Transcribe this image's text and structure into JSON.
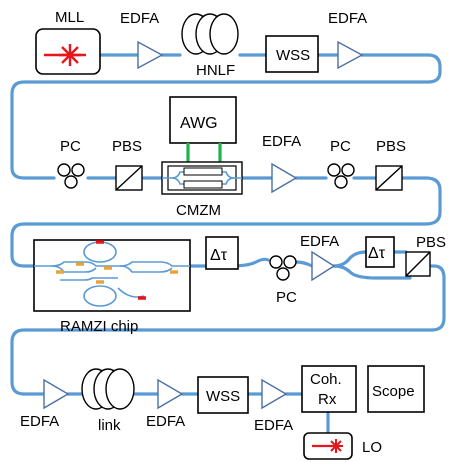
{
  "labels": {
    "mll": "MLL",
    "edfa1": "EDFA",
    "hnlf": "HNLF",
    "wss1": "WSS",
    "edfa2": "EDFA",
    "awg": "AWG",
    "pc1": "PC",
    "pbs1": "PBS",
    "cmzm": "CMZM",
    "edfa3": "EDFA",
    "pc2": "PC",
    "pbs2": "PBS",
    "delay1": "Δτ",
    "edfa4": "EDFA",
    "delay2": "Δτ",
    "pbs3": "PBS",
    "pc3": "PC",
    "ramzi": "RAMZI chip",
    "edfa5": "EDFA",
    "link": "link",
    "edfa6": "EDFA",
    "wss2": "WSS",
    "edfa7": "EDFA",
    "cohrx1": "Coh.",
    "cohrx2": "Rx",
    "scope": "Scope",
    "lo": "LO"
  },
  "colors": {
    "fiber": "#5b9bd5",
    "laser": "#e8151b",
    "electrical": "#22b24c",
    "heater": "#e8a33a"
  }
}
